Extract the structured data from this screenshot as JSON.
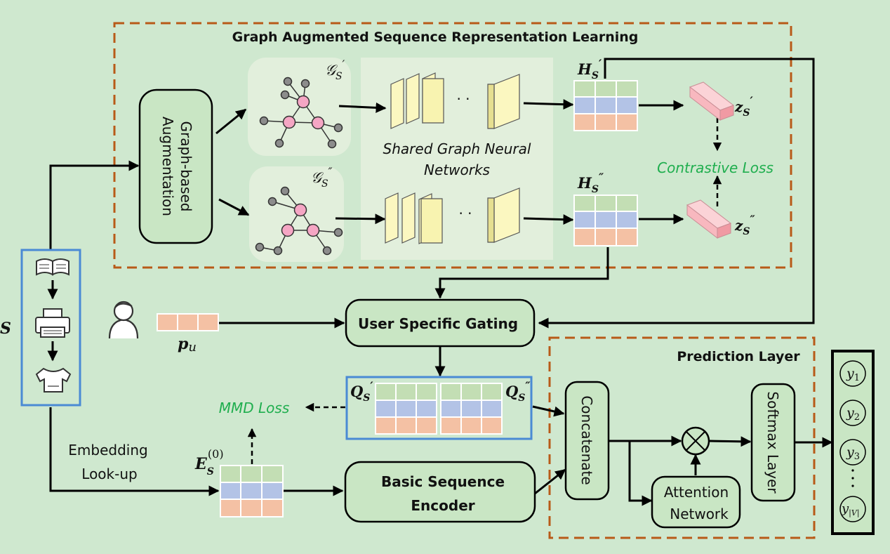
{
  "colors": {
    "background": "#cfe8cf",
    "dashed_frame": "#b85a18",
    "input_frame": "#4a8ad4",
    "loss_text": "#1fae4e",
    "row_green": "#c3deb4",
    "row_blue": "#b3c3e6",
    "row_salmon": "#f4c1a4",
    "node_pink": "#f5a6c4",
    "node_grey": "#8c8c8c",
    "gnn_layer": "#fbf7c0",
    "z_prism": "#f8b8bf"
  },
  "labels": {
    "gasrl_title": "Graph Augmented Sequence Representation Learning",
    "graph_aug": [
      "Graph-based",
      "Augmentation"
    ],
    "shared_gnn": [
      "Shared Graph Neural",
      "Networks"
    ],
    "contrastive_loss": "Contrastive Loss",
    "user_gating": "User Specific Gating",
    "mmd_loss": "MMD Loss",
    "embedding_lookup": [
      "Embedding",
      "Look-up"
    ],
    "basic_encoder": [
      "Basic Sequence",
      "Encoder"
    ],
    "prediction_title": "Prediction Layer",
    "concatenate": "Concatenate",
    "attention": [
      "Attention",
      "Network"
    ],
    "softmax": "Softmax Layer",
    "multiply_op": "⊗"
  },
  "math": {
    "G1": [
      "𝒢",
      "S",
      "′"
    ],
    "G2": [
      "𝒢",
      "S",
      "″"
    ],
    "H1": [
      "H",
      "S",
      "′"
    ],
    "H2": [
      "H",
      "S",
      "″"
    ],
    "z1": [
      "z",
      "S",
      "′"
    ],
    "z2": [
      "z",
      "S",
      "″"
    ],
    "Q1": [
      "Q",
      "S",
      "′"
    ],
    "Q2": [
      "Q",
      "S",
      "″"
    ],
    "E": [
      "E",
      "S",
      "(0)"
    ],
    "p": [
      "p",
      "u"
    ],
    "S": "S",
    "dots": "·  ·"
  },
  "outputs": [
    {
      "base": "y",
      "sub": "1"
    },
    {
      "base": "y",
      "sub": "2"
    },
    {
      "base": "y",
      "sub": "3"
    },
    {
      "base": "y",
      "sub": "|V|"
    }
  ],
  "output_dots": "·\n·\n·",
  "icons": [
    "book-icon",
    "printer-icon",
    "tshirt-icon",
    "user-icon"
  ]
}
